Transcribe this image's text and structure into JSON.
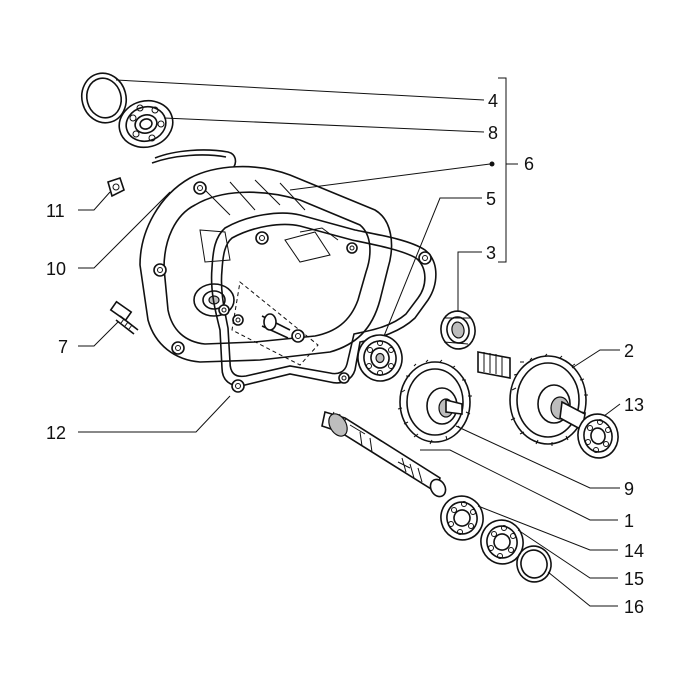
{
  "callouts": [
    {
      "id": "part-4",
      "label": "4"
    },
    {
      "id": "part-8",
      "label": "8"
    },
    {
      "id": "part-6",
      "label": "6"
    },
    {
      "id": "part-5",
      "label": "5"
    },
    {
      "id": "part-3",
      "label": "3"
    },
    {
      "id": "part-2",
      "label": "2"
    },
    {
      "id": "part-13",
      "label": "13"
    },
    {
      "id": "part-9",
      "label": "9"
    },
    {
      "id": "part-1",
      "label": "1"
    },
    {
      "id": "part-14",
      "label": "14"
    },
    {
      "id": "part-15",
      "label": "15"
    },
    {
      "id": "part-16",
      "label": "16"
    },
    {
      "id": "part-11",
      "label": "11"
    },
    {
      "id": "part-10",
      "label": "10"
    },
    {
      "id": "part-7",
      "label": "7"
    },
    {
      "id": "part-12",
      "label": "12"
    }
  ]
}
